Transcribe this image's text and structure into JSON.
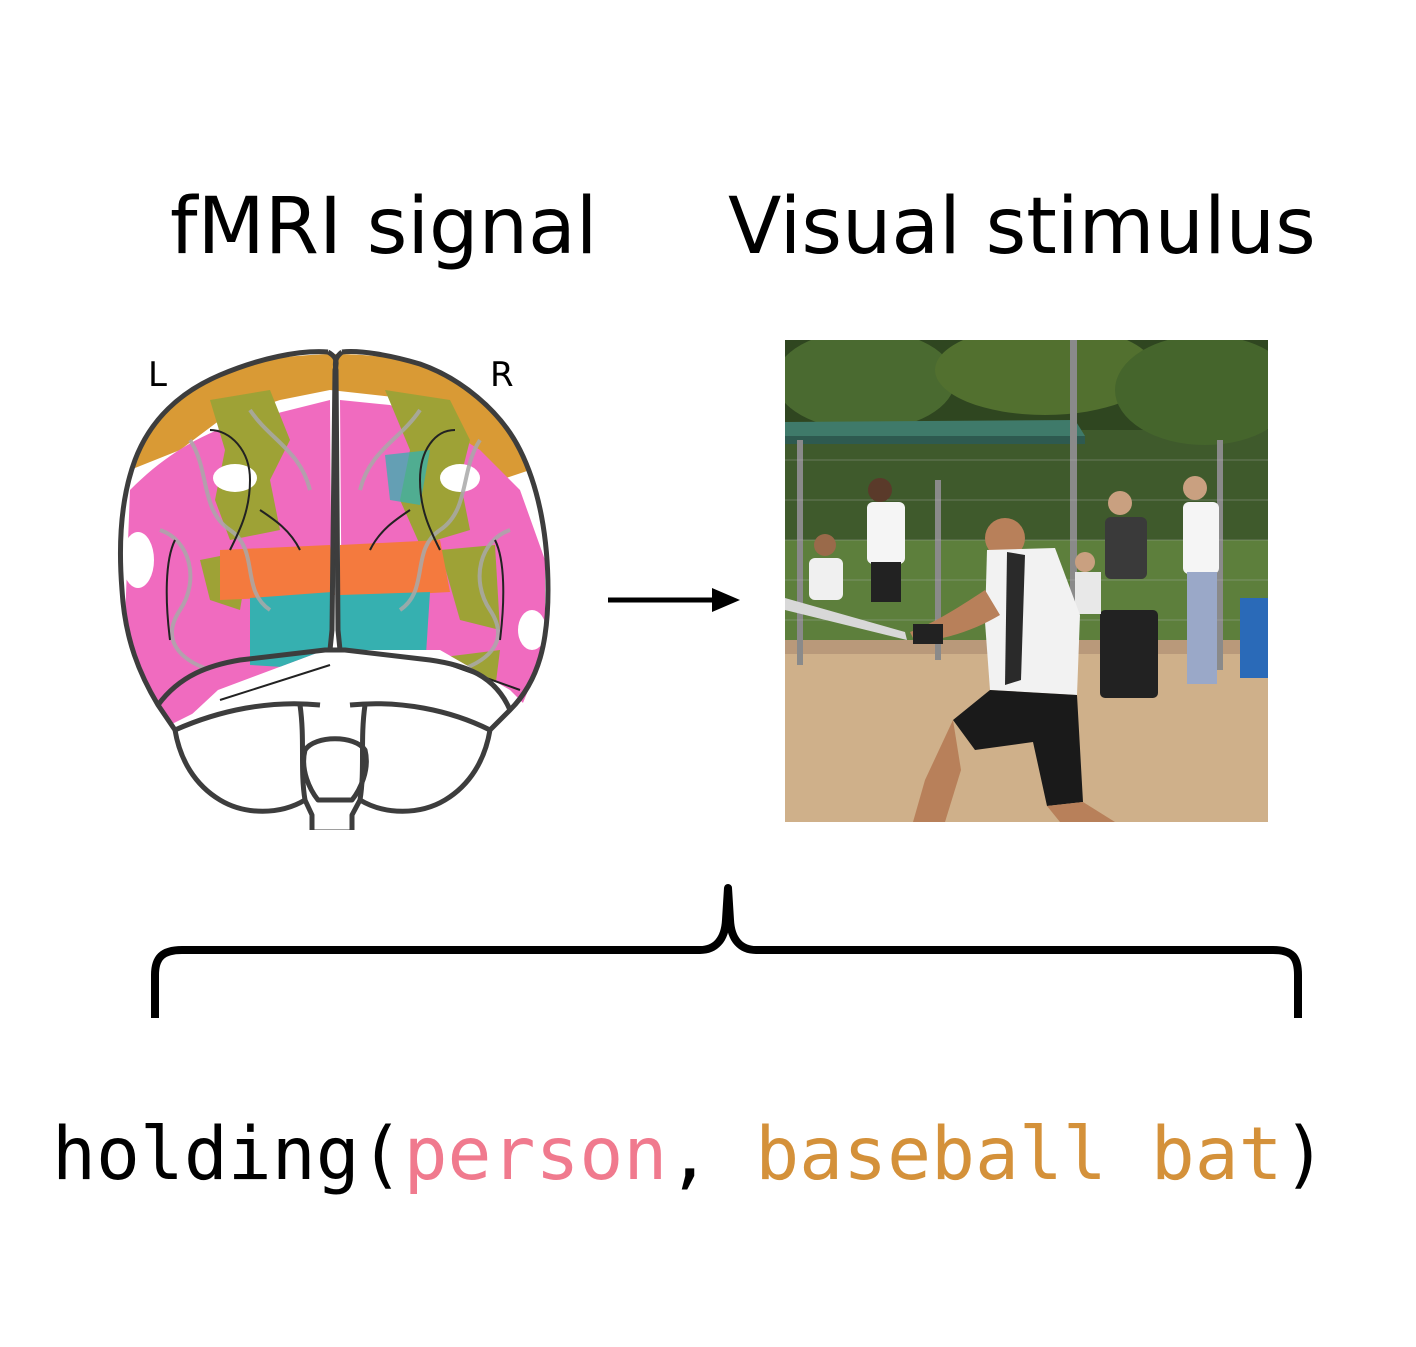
{
  "titles": {
    "fmri": "fMRI signal",
    "visual": "Visual stimulus"
  },
  "hemispheres": {
    "left": "L",
    "right": "R"
  },
  "relation": {
    "predicate": "holding",
    "open_paren": "(",
    "subject": "person",
    "separator": ", ",
    "object": "baseball bat",
    "close_paren": ")"
  },
  "colors": {
    "subject": "#f07a8e",
    "object": "#d4913a",
    "brain_pink": "#f06bbf",
    "brain_orange": "#d99a35",
    "brain_olive": "#9ea236",
    "brain_coral": "#f47a3e",
    "brain_teal": "#36b0b0",
    "brain_outline": "#3d3d3d",
    "arrow": "#000000",
    "brace": "#000000"
  },
  "icons": {
    "brain": "brain-fmri-map-icon",
    "arrow": "right-arrow-icon",
    "stimulus": "baseball-batter-photo",
    "brace": "curly-brace-icon"
  }
}
